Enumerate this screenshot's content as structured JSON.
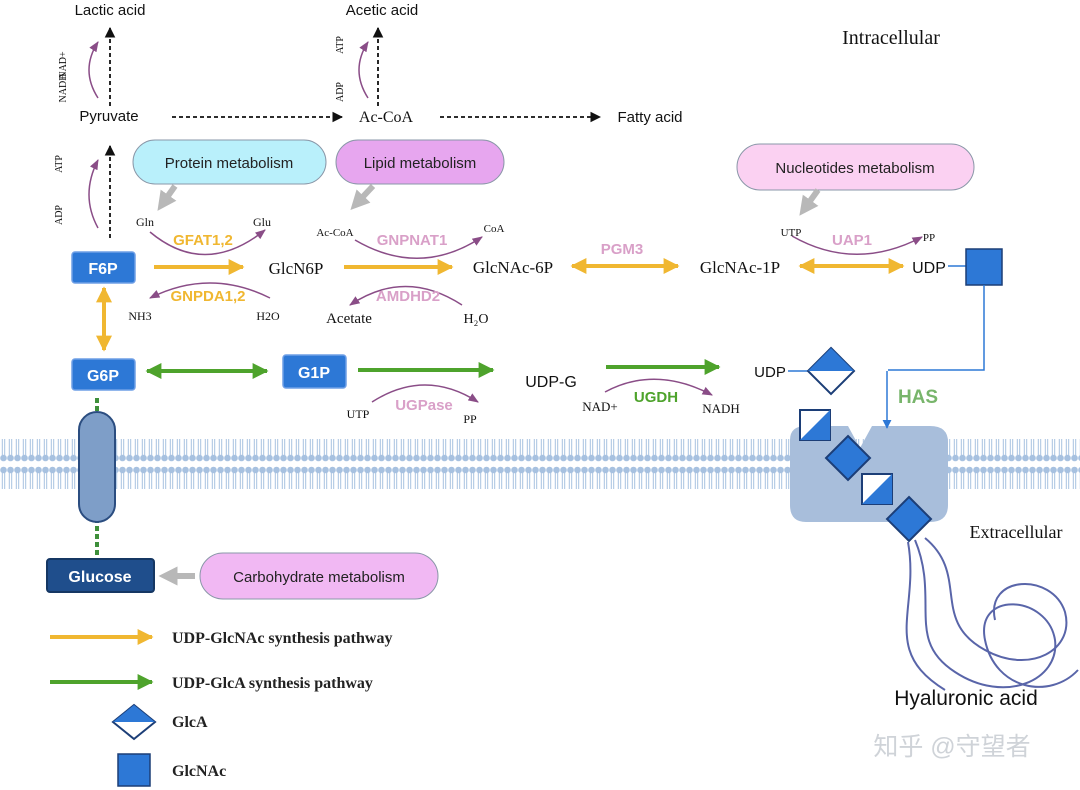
{
  "regions": {
    "intracellular": "Intracellular",
    "extracellular": "Extracellular"
  },
  "metabolites": {
    "lactic_acid": "Lactic acid",
    "acetic_acid": "Acetic acid",
    "pyruvate": "Pyruvate",
    "ac_coa": "Ac-CoA",
    "fatty_acid": "Fatty acid",
    "glcn6p": "GlcN6P",
    "glcnac_6p": "GlcNAc-6P",
    "glcnac_1p": "GlcNAc-1P",
    "udp_top": "UDP",
    "udp_g": "UDP-G",
    "udp_mid": "UDP",
    "acetate": "Acetate",
    "hyaluronic_acid": "Hyaluronic acid"
  },
  "cofactors": {
    "nad_plus_top": "NAD+",
    "nadh_top": "NADH",
    "atp_acetic": "ATP",
    "adp_acetic": "ADP",
    "atp_left": "ATP",
    "adp_left": "ADP",
    "gln": "Gln",
    "glu": "Glu",
    "nh3": "NH3",
    "h2o_left": "H2O",
    "ac_coa_small": "Ac-CoA",
    "coa": "CoA",
    "h2o_right": "H₂O",
    "utp_top": "UTP",
    "pp_top": "PP",
    "utp_bottom": "UTP",
    "pp_bottom": "PP",
    "nad_plus_bottom": "NAD+",
    "nadh_bottom": "NADH"
  },
  "boxes": {
    "f6p": "F6P",
    "g6p": "G6P",
    "g1p": "G1P",
    "glucose": "Glucose"
  },
  "enzymes": {
    "gfat": "GFAT1,2",
    "gnpda": "GNPDA1,2",
    "gnpnat": "GNPNAT1",
    "amdhd": "AMDHD2",
    "pgm3": "PGM3",
    "uap1": "UAP1",
    "ugpase": "UGPase",
    "ugdh": "UGDH",
    "has": "HAS"
  },
  "metabolism_bubbles": {
    "protein": "Protein metabolism",
    "lipid": "Lipid metabolism",
    "nucleotides": "Nucleotides metabolism",
    "carbohydrate": "Carbohydrate metabolism"
  },
  "legend": {
    "udp_glcnac": "UDP-GlcNAc synthesis pathway",
    "udp_glca": "UDP-GlcA synthesis pathway",
    "glca": "GlcA",
    "glcnac": "GlcNAc"
  },
  "watermark": "知乎 @守望者",
  "colors": {
    "udp_glcnac_pathway": "#f0b731",
    "udp_glca_pathway": "#4ea32c",
    "box_blue": "#2d78d6",
    "glucose_box": "#1f4e8c",
    "protein_bubble": "#b9f0fb",
    "lipid_bubble": "#e7a6ef",
    "nucleotides_bubble": "#fbd1f2",
    "carbohydrate_bubble": "#f1b8f3",
    "membrane": "#a7c1e0",
    "cofactor_arc": "#8a4d87",
    "has_label": "#78b56b"
  }
}
